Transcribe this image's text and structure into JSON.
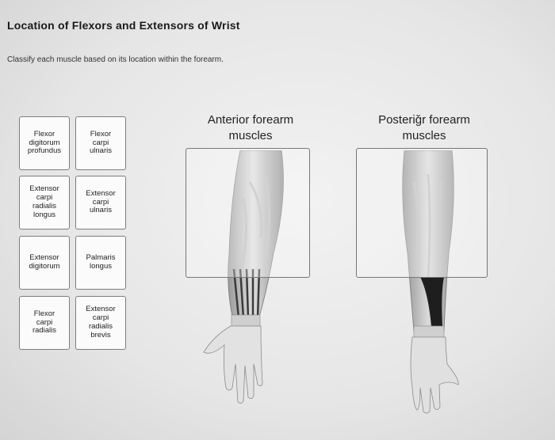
{
  "header": {
    "title": "Location of Flexors and Extensors of Wrist"
  },
  "instructions": "Classify each  muscle based on its location within the forearm.",
  "cards": [
    {
      "id": "flexor-digitorum-profundus",
      "label": "Flexor\ndigitorum\nprofundus"
    },
    {
      "id": "flexor-carpi-ulnaris",
      "label": "Flexor\ncarpi\nulnaris"
    },
    {
      "id": "extensor-carpi-radialis-longus",
      "label": "Extensor\ncarpi\nradialis\nlongus"
    },
    {
      "id": "extensor-carpi-ulnaris",
      "label": "Extensor\ncarpi\nulnaris"
    },
    {
      "id": "extensor-digitorum",
      "label": "Extensor\ndigitorum"
    },
    {
      "id": "palmaris-longus",
      "label": "Palmaris\nlongus"
    },
    {
      "id": "flexor-carpi-radialis",
      "label": "Flexor\ncarpi\nradialis"
    },
    {
      "id": "extensor-carpi-radialis-brevis",
      "label": "Extensor\ncarpi\nradialis\nbrevis"
    }
  ],
  "zones": {
    "anterior": {
      "label": "Anterior forearm\nmuscles"
    },
    "posterior": {
      "label": "Posteriǧr forearm\nmuscles"
    }
  }
}
